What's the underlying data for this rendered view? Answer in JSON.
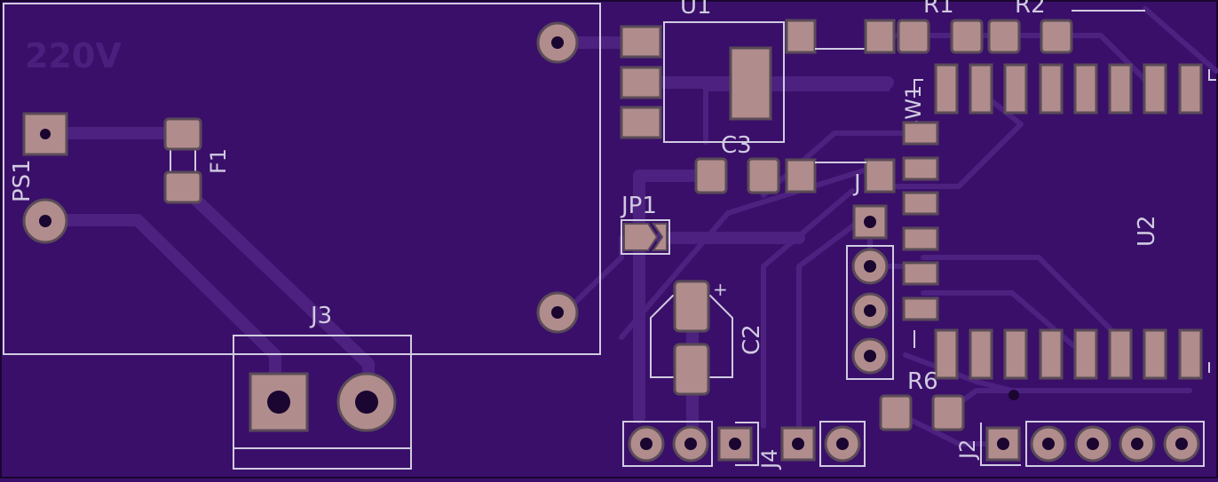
{
  "colors": {
    "board": "#3a0f6a",
    "trace": "#4c2180",
    "pad": "#b08c8c",
    "pad_edge": "#5a4b58",
    "silkscreen": "#d0cbe0",
    "faint_text": "#4a1f7e"
  },
  "labels": {
    "voltage": "220V",
    "ps1": "PS1",
    "f1": "F1",
    "j3": "J3",
    "u1": "U1",
    "r1": "R1",
    "r2": "R2",
    "sw1": "SW1",
    "c3": "C3",
    "jp1": "JP1",
    "j1": "J",
    "u2": "U2",
    "c2": "C2",
    "c2_plus": "+",
    "r6": "R6",
    "j2": "J2",
    "j4": "J4"
  }
}
